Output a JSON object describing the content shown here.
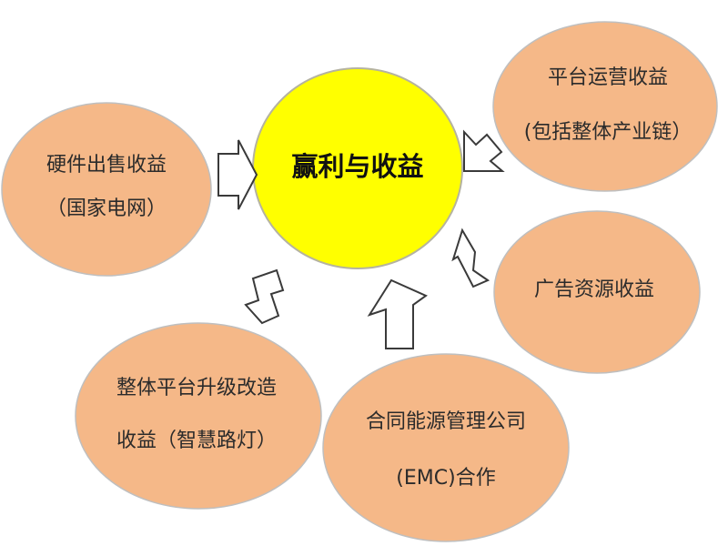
{
  "center": {
    "label": "赢利与收益",
    "fill": "#ffff00",
    "stroke": "#b5b3a0"
  },
  "colors": {
    "node_fill": "#f5b888",
    "node_stroke": "#bfbfbf",
    "arrow_fill": "#ffffff",
    "arrow_stroke": "#3a3a3a"
  },
  "nodes": {
    "hardware": {
      "line1": "硬件出售收益",
      "line2": "（国家电网）"
    },
    "platform": {
      "line1": "平台运营收益",
      "line2": "(包括整体产业链）"
    },
    "ads": {
      "line1": "广告资源收益"
    },
    "upgrade": {
      "line1": "整体平台升级改造",
      "line2": "收益（智慧路灯）"
    },
    "emc": {
      "line1": "合同能源管理公司",
      "line2": "(EMC)合作"
    }
  }
}
